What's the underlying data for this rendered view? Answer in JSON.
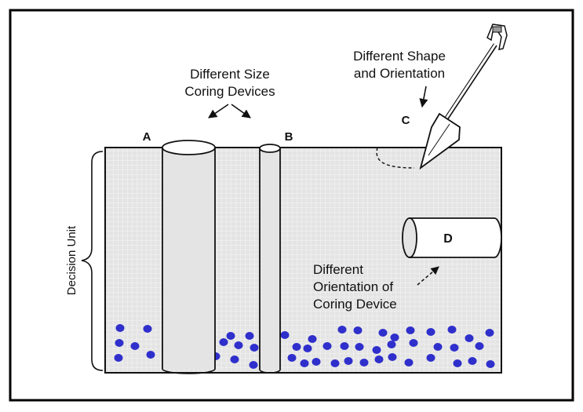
{
  "labels": {
    "size_line1": "Different Size",
    "size_line2": "Coring Devices",
    "shape_line1": "Different Shape",
    "shape_line2": "and Orientation",
    "orient_line1": "Different",
    "orient_line2": "Orientation of",
    "orient_line3": "Coring Device",
    "decision_unit": "Decision Unit",
    "letter_a": "A",
    "letter_b": "B",
    "letter_c": "C",
    "letter_d": "D"
  },
  "colors": {
    "soil_fill": "#e4e4e4",
    "grid_line": "#f6f6f6",
    "particle": "#2f2fcc",
    "outline": "#111111"
  },
  "icons": {
    "shovel": "shovel-icon"
  }
}
